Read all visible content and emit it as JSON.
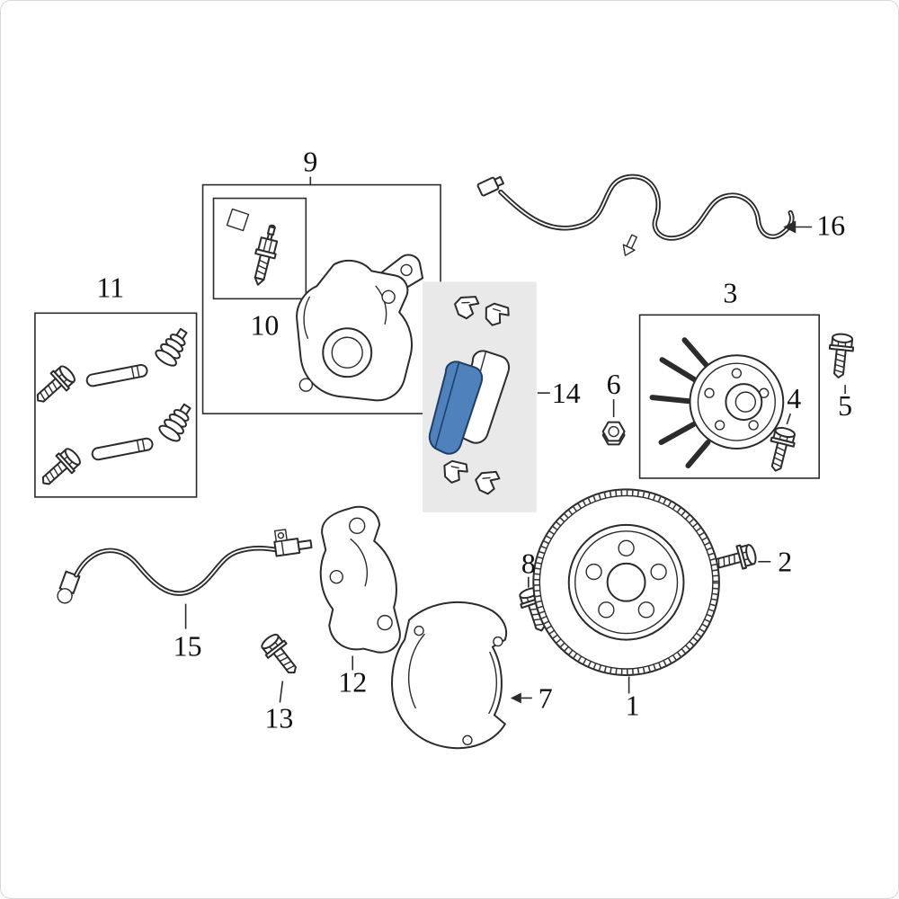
{
  "diagram": {
    "kind": "exploded-parts-diagram",
    "subject": "front-disc-brake-components",
    "background_color": "#ffffff",
    "line_color": "#2b2b2b",
    "panel_fill": "#e9e9e9",
    "highlight_color": "#4f81bd",
    "highlighted_callout": "14",
    "callouts": [
      {
        "label": "1",
        "part": "brake-rotor"
      },
      {
        "label": "2",
        "part": "rotor-bolt"
      },
      {
        "label": "3",
        "part": "hub-bearing-assembly"
      },
      {
        "label": "4",
        "part": "hub-bolt"
      },
      {
        "label": "5",
        "part": "hub-bolt-upper"
      },
      {
        "label": "6",
        "part": "nut"
      },
      {
        "label": "7",
        "part": "splash-shield"
      },
      {
        "label": "8",
        "part": "shield-bolt"
      },
      {
        "label": "9",
        "part": "brake-caliper"
      },
      {
        "label": "10",
        "part": "bleeder-screw"
      },
      {
        "label": "11",
        "part": "guide-pin-kit"
      },
      {
        "label": "12",
        "part": "caliper-bracket"
      },
      {
        "label": "13",
        "part": "bracket-bolt"
      },
      {
        "label": "14",
        "part": "brake-pad-set"
      },
      {
        "label": "15",
        "part": "brake-hose"
      },
      {
        "label": "16",
        "part": "abs-wheel-speed-sensor"
      }
    ]
  }
}
